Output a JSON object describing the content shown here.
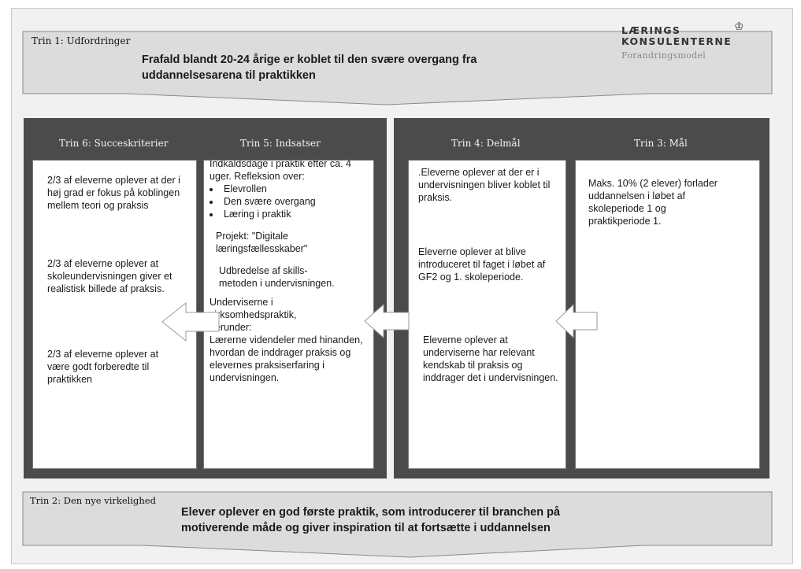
{
  "trin1": {
    "label": "Trin 1: Udfordringer",
    "text": "Frafald blandt 20-24 årige er koblet til den svære overgang fra uddannelsesarena til praktikken"
  },
  "logo": {
    "line1": "LÆRINGS",
    "line2": "KONSULENTERNE",
    "subtitle": "Forandringsmodel"
  },
  "columns": {
    "trin6": {
      "heading": "Trin 6: Succeskriterier",
      "items": [
        "2/3 af eleverne oplever at der i høj grad er fokus på koblingen mellem teori og praksis",
        "2/3 af eleverne oplever at skoleundervisningen giver et realistisk billede af praksis.",
        "2/3 af eleverne oplever at være godt forberedte til praktikken"
      ]
    },
    "trin5": {
      "heading": "Trin 5: Indsatser",
      "intro": "Indkaldsdage i praktik efter ca. 4 uger. Refleksion over:",
      "bullets": [
        "Elevrollen",
        "Den svære overgang",
        "Læring i praktik"
      ],
      "project": "Projekt: \"Digitale læringsfællesskaber\"",
      "skills": "Udbredelse af skills-metoden i undervisningen.",
      "teachers": "Underviserne i virksomhedspraktik, herunder:",
      "sharing": "Lærerne videndeler med hinanden, hvordan de inddrager praksis og elevernes praksiserfaring i undervisningen."
    },
    "trin4": {
      "heading": "Trin 4: Delmål",
      "items": [
        ".Eleverne oplever at der er i undervisningen bliver koblet til praksis.",
        "Eleverne oplever at blive introduceret til faget i løbet af GF2 og 1. skoleperiode.",
        "Eleverne oplever at underviserne har relevant kendskab til praksis og inddrager det i undervisningen."
      ]
    },
    "trin3": {
      "heading": "Trin 3: Mål",
      "text": "Maks. 10% (2 elever) forlader uddannelsen i løbet af skoleperiode 1 og praktikperiode 1."
    }
  },
  "trin2": {
    "label": "Trin 2: Den nye virkelighed",
    "text": "Elever oplever en god første praktik, som introducerer til branchen på motiverende måde og giver inspiration til at fortsætte i uddannelsen"
  },
  "icons": {
    "arrow": "arrow-left-icon",
    "crown": "crown-icon"
  },
  "colors": {
    "panel": "#4b4b4b",
    "band": "#dcdcdc",
    "background": "#f1f1f1"
  }
}
